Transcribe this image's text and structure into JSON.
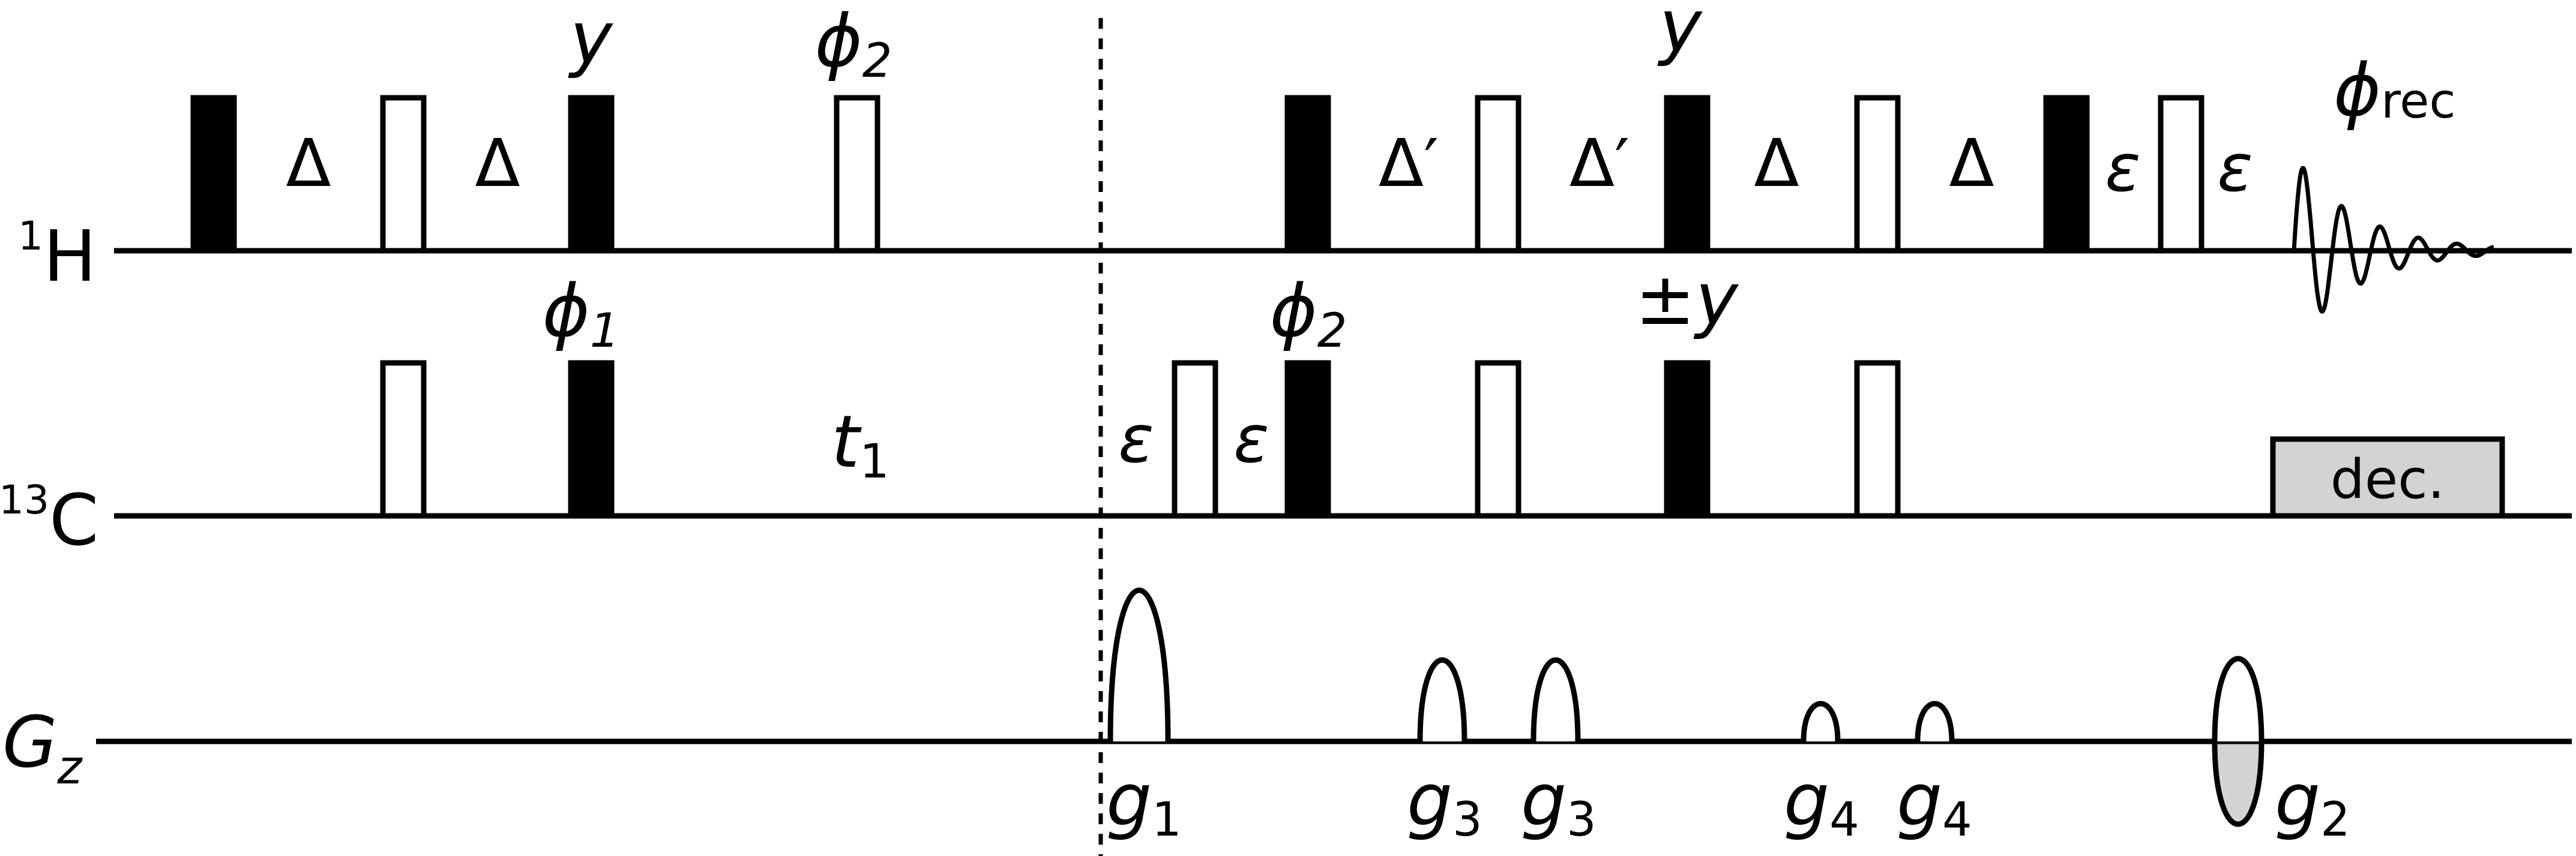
{
  "channels": {
    "h": {
      "sup": "1",
      "base": "H"
    },
    "c": {
      "sup": "13",
      "base": "C"
    },
    "g": {
      "base": "G",
      "sub": "z"
    }
  },
  "labels": {
    "delta": "Δ",
    "delta_prime": "Δ′",
    "epsilon": "ε",
    "y": "y",
    "pm_y": "±y",
    "phi": "ϕ",
    "phi1_sub": "1",
    "phi2_sub": "2",
    "phi_rec_sub": "rec",
    "t": "t",
    "t1_sub": "1",
    "g": "g",
    "g1_sub": "1",
    "g2_sub": "2",
    "g3_sub": "3",
    "g4_sub": "4",
    "decoupling": "dec."
  },
  "colors": {
    "line": "#000000",
    "background": "#ffffff",
    "dec_fill": "#d3d3d3"
  }
}
